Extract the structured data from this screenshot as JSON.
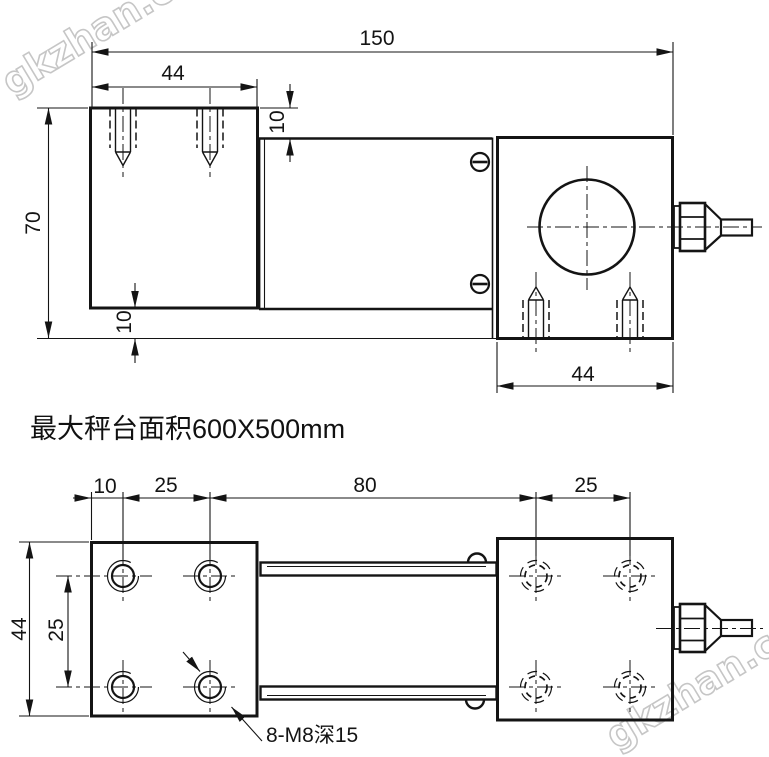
{
  "colors": {
    "line": "#141414",
    "watermark": "#c6c6c6"
  },
  "watermarks": {
    "top_left": "gkzhan.com",
    "bottom_right": "gkzhan.com"
  },
  "note": "最大秤台面积600X500mm",
  "side_view": {
    "total_length": "150",
    "left_block_width": "44",
    "overall_height": "70",
    "top_offset": "10",
    "bottom_offset": "10",
    "right_block_width": "44"
  },
  "plan_view": {
    "edge_to_first_hole": "10",
    "left_hole_pitch": "25",
    "center_span": "80",
    "right_hole_pitch": "25",
    "block_width": "44",
    "hole_row_pitch": "25",
    "thread_callout": "8-M8深15"
  }
}
